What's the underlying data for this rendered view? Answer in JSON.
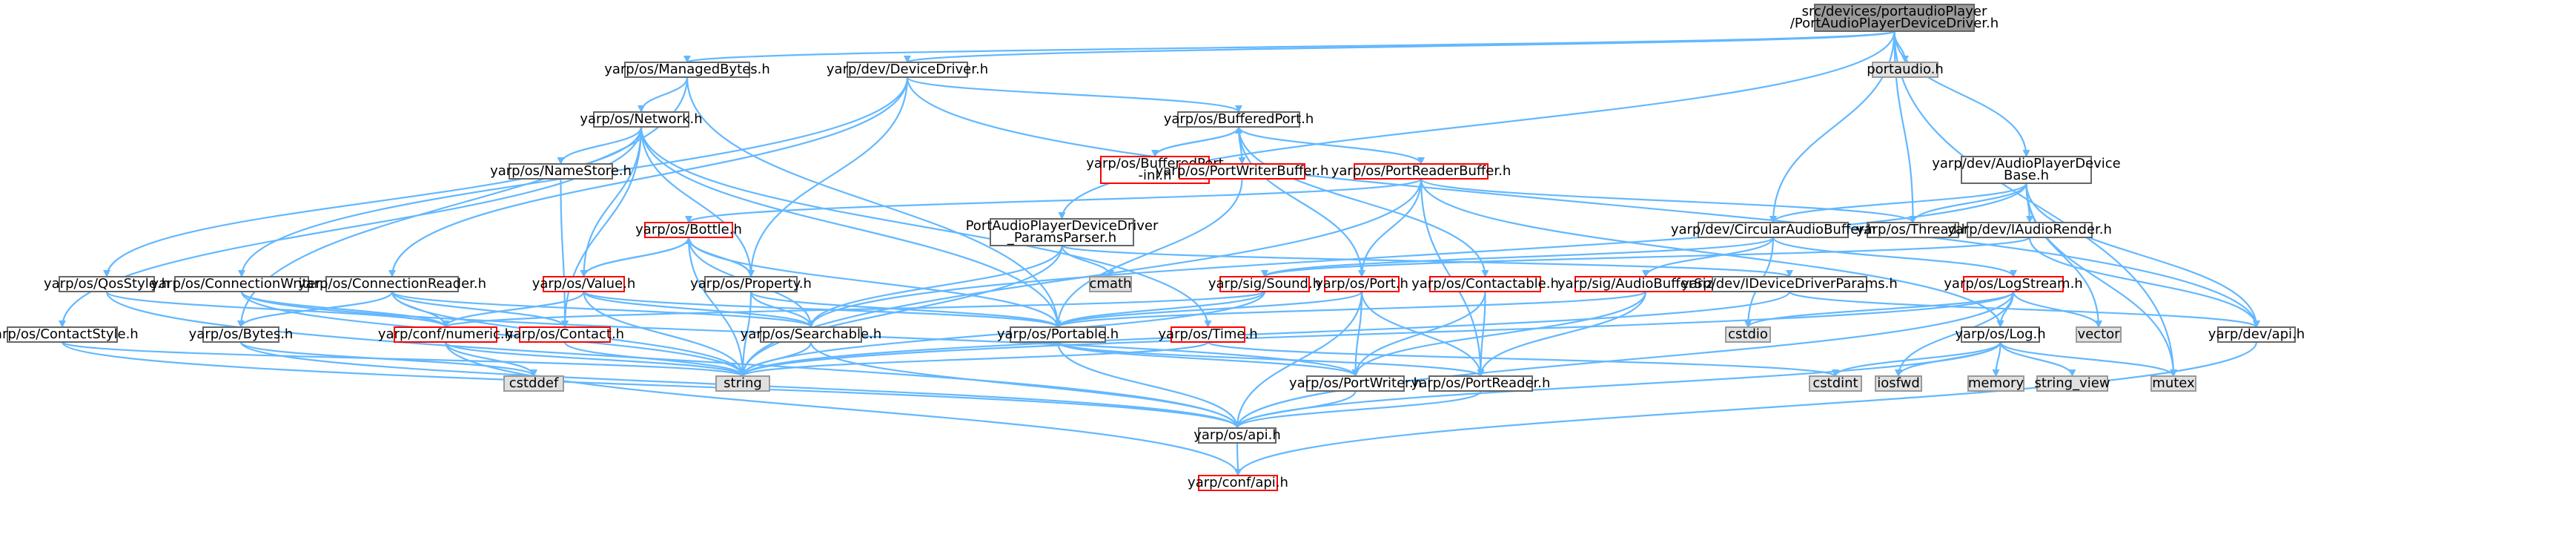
{
  "diagram": {
    "title": "",
    "nodes": [
      {
        "id": "root",
        "lines": [
          "src/devices/portaudioPlayer",
          "/PortAudioPlayerDeviceDriver.h"
        ],
        "style": "root"
      },
      {
        "id": "managedbytes",
        "lines": [
          "yarp/os/ManagedBytes.h"
        ],
        "style": "normal"
      },
      {
        "id": "devicedriver",
        "lines": [
          "yarp/dev/DeviceDriver.h"
        ],
        "style": "normal"
      },
      {
        "id": "portaudioh",
        "lines": [
          "portaudio.h"
        ],
        "style": "gray"
      },
      {
        "id": "network",
        "lines": [
          "yarp/os/Network.h"
        ],
        "style": "normal"
      },
      {
        "id": "bufferedport",
        "lines": [
          "yarp/os/BufferedPort.h"
        ],
        "style": "normal"
      },
      {
        "id": "bufferedportinl",
        "lines": [
          "yarp/os/BufferedPort",
          "-inl.h"
        ],
        "style": "red"
      },
      {
        "id": "portwriterbuffer",
        "lines": [
          "yarp/os/PortWriterBuffer.h"
        ],
        "style": "red"
      },
      {
        "id": "portreaderbuffer",
        "lines": [
          "yarp/os/PortReaderBuffer.h"
        ],
        "style": "red"
      },
      {
        "id": "audioplayerbase",
        "lines": [
          "yarp/dev/AudioPlayerDevice",
          "Base.h"
        ],
        "style": "normal"
      },
      {
        "id": "namestore",
        "lines": [
          "yarp/os/NameStore.h"
        ],
        "style": "normal"
      },
      {
        "id": "bottle",
        "lines": [
          "yarp/os/Bottle.h"
        ],
        "style": "red"
      },
      {
        "id": "paramsparser",
        "lines": [
          "PortAudioPlayerDeviceDriver",
          "_ParamsParser.h"
        ],
        "style": "normal"
      },
      {
        "id": "thread",
        "lines": [
          "yarp/os/Thread.h"
        ],
        "style": "normal"
      },
      {
        "id": "circularaudiobuffer",
        "lines": [
          "yarp/dev/CircularAudioBuffer.h"
        ],
        "style": "normal"
      },
      {
        "id": "iaudiorender",
        "lines": [
          "yarp/dev/IAudioRender.h"
        ],
        "style": "normal"
      },
      {
        "id": "qosstyle",
        "lines": [
          "yarp/os/QosStyle.h"
        ],
        "style": "normal"
      },
      {
        "id": "connectionwriter",
        "lines": [
          "yarp/os/ConnectionWriter.h"
        ],
        "style": "normal"
      },
      {
        "id": "connectionreader",
        "lines": [
          "yarp/os/ConnectionReader.h"
        ],
        "style": "normal"
      },
      {
        "id": "value",
        "lines": [
          "yarp/os/Value.h"
        ],
        "style": "red"
      },
      {
        "id": "property",
        "lines": [
          "yarp/os/Property.h"
        ],
        "style": "normal"
      },
      {
        "id": "cmath",
        "lines": [
          "cmath"
        ],
        "style": "gray"
      },
      {
        "id": "sound",
        "lines": [
          "yarp/sig/Sound.h"
        ],
        "style": "red"
      },
      {
        "id": "port",
        "lines": [
          "yarp/os/Port.h"
        ],
        "style": "red"
      },
      {
        "id": "contactable",
        "lines": [
          "yarp/os/Contactable.h"
        ],
        "style": "red"
      },
      {
        "id": "audiobuffersize",
        "lines": [
          "yarp/sig/AudioBufferSize.h"
        ],
        "style": "red"
      },
      {
        "id": "idevicedriverparams",
        "lines": [
          "yarp/dev/IDeviceDriverParams.h"
        ],
        "style": "normal"
      },
      {
        "id": "logstream",
        "lines": [
          "yarp/os/LogStream.h"
        ],
        "style": "red"
      },
      {
        "id": "contactstyle",
        "lines": [
          "yarp/os/ContactStyle.h"
        ],
        "style": "normal"
      },
      {
        "id": "bytes",
        "lines": [
          "yarp/os/Bytes.h"
        ],
        "style": "normal"
      },
      {
        "id": "confnumeric",
        "lines": [
          "yarp/conf/numeric.h"
        ],
        "style": "red"
      },
      {
        "id": "contact",
        "lines": [
          "yarp/os/Contact.h"
        ],
        "style": "red"
      },
      {
        "id": "searchable",
        "lines": [
          "yarp/os/Searchable.h"
        ],
        "style": "normal"
      },
      {
        "id": "portable",
        "lines": [
          "yarp/os/Portable.h"
        ],
        "style": "normal"
      },
      {
        "id": "time",
        "lines": [
          "yarp/os/Time.h"
        ],
        "style": "red"
      },
      {
        "id": "cstdio",
        "lines": [
          "cstdio"
        ],
        "style": "gray"
      },
      {
        "id": "vector",
        "lines": [
          "vector"
        ],
        "style": "gray"
      },
      {
        "id": "devapi",
        "lines": [
          "yarp/dev/api.h"
        ],
        "style": "normal"
      },
      {
        "id": "log",
        "lines": [
          "yarp/os/Log.h"
        ],
        "style": "normal"
      },
      {
        "id": "cstddef",
        "lines": [
          "cstddef"
        ],
        "style": "gray"
      },
      {
        "id": "string",
        "lines": [
          "string"
        ],
        "style": "gray"
      },
      {
        "id": "portwriter",
        "lines": [
          "yarp/os/PortWriter.h"
        ],
        "style": "normal"
      },
      {
        "id": "portreader",
        "lines": [
          "yarp/os/PortReader.h"
        ],
        "style": "normal"
      },
      {
        "id": "cstdint",
        "lines": [
          "cstdint"
        ],
        "style": "gray"
      },
      {
        "id": "iosfwd",
        "lines": [
          "iosfwd"
        ],
        "style": "gray"
      },
      {
        "id": "memory",
        "lines": [
          "memory"
        ],
        "style": "gray"
      },
      {
        "id": "stringview",
        "lines": [
          "string_view"
        ],
        "style": "gray"
      },
      {
        "id": "mutex",
        "lines": [
          "mutex"
        ],
        "style": "gray"
      },
      {
        "id": "osapi",
        "lines": [
          "yarp/os/api.h"
        ],
        "style": "normal"
      },
      {
        "id": "confapi",
        "lines": [
          "yarp/conf/api.h"
        ],
        "style": "red"
      }
    ],
    "edges": [
      [
        "root",
        "managedbytes"
      ],
      [
        "root",
        "devicedriver"
      ],
      [
        "root",
        "portaudioh"
      ],
      [
        "root",
        "paramsparser"
      ],
      [
        "root",
        "audioplayerbase"
      ],
      [
        "root",
        "circularaudiobuffer"
      ],
      [
        "root",
        "thread"
      ],
      [
        "root",
        "mutex"
      ],
      [
        "managedbytes",
        "network"
      ],
      [
        "managedbytes",
        "portable"
      ],
      [
        "managedbytes",
        "bytes"
      ],
      [
        "devicedriver",
        "bufferedport"
      ],
      [
        "devicedriver",
        "property"
      ],
      [
        "devicedriver",
        "connectionwriter"
      ],
      [
        "devicedriver",
        "connectionreader"
      ],
      [
        "devicedriver",
        "devapi"
      ],
      [
        "network",
        "namestore"
      ],
      [
        "network",
        "value"
      ],
      [
        "network",
        "property"
      ],
      [
        "network",
        "qosstyle"
      ],
      [
        "network",
        "contactstyle"
      ],
      [
        "network",
        "contact"
      ],
      [
        "network",
        "portable"
      ],
      [
        "network",
        "time"
      ],
      [
        "bufferedport",
        "bufferedportinl"
      ],
      [
        "bufferedport",
        "portwriterbuffer"
      ],
      [
        "bufferedport",
        "portreaderbuffer"
      ],
      [
        "bufferedport",
        "port"
      ],
      [
        "bufferedport",
        "contactable"
      ],
      [
        "bufferedportinl",
        "bufferedport"
      ],
      [
        "portwriterbuffer",
        "portable"
      ],
      [
        "portreaderbuffer",
        "port"
      ],
      [
        "portreaderbuffer",
        "thread"
      ],
      [
        "portreaderbuffer",
        "portreader"
      ],
      [
        "portreaderbuffer",
        "string"
      ],
      [
        "portreaderbuffer",
        "bottle"
      ],
      [
        "portreaderbuffer",
        "log"
      ],
      [
        "audioplayerbase",
        "circularaudiobuffer"
      ],
      [
        "audioplayerbase",
        "iaudiorender"
      ],
      [
        "audioplayerbase",
        "thread"
      ],
      [
        "audioplayerbase",
        "devapi"
      ],
      [
        "audioplayerbase",
        "vector"
      ],
      [
        "audioplayerbase",
        "mutex"
      ],
      [
        "audioplayerbase",
        "searchable"
      ],
      [
        "namestore",
        "contact"
      ],
      [
        "bottle",
        "value"
      ],
      [
        "bottle",
        "property"
      ],
      [
        "bottle",
        "searchable"
      ],
      [
        "bottle",
        "portable"
      ],
      [
        "bottle",
        "string"
      ],
      [
        "paramsparser",
        "searchable"
      ],
      [
        "paramsparser",
        "idevicedriverparams"
      ],
      [
        "paramsparser",
        "cmath"
      ],
      [
        "paramsparser",
        "string"
      ],
      [
        "circularaudiobuffer",
        "audiobuffersize"
      ],
      [
        "circularaudiobuffer",
        "logstream"
      ],
      [
        "circularaudiobuffer",
        "cstdio"
      ],
      [
        "circularaudiobuffer",
        "sound"
      ],
      [
        "iaudiorender",
        "sound"
      ],
      [
        "iaudiorender",
        "devapi"
      ],
      [
        "qosstyle",
        "confnumeric"
      ],
      [
        "qosstyle",
        "osapi"
      ],
      [
        "connectionwriter",
        "portwriter"
      ],
      [
        "connectionwriter",
        "confnumeric"
      ],
      [
        "connectionwriter",
        "string"
      ],
      [
        "connectionreader",
        "bytes"
      ],
      [
        "connectionreader",
        "confnumeric"
      ],
      [
        "connectionreader",
        "contact"
      ],
      [
        "connectionreader",
        "searchable"
      ],
      [
        "connectionreader",
        "string"
      ],
      [
        "value",
        "bottle"
      ],
      [
        "value",
        "searchable"
      ],
      [
        "value",
        "confnumeric"
      ],
      [
        "value",
        "string"
      ],
      [
        "value",
        "portable"
      ],
      [
        "property",
        "bottle"
      ],
      [
        "property",
        "searchable"
      ],
      [
        "property",
        "portable"
      ],
      [
        "property",
        "string"
      ],
      [
        "sound",
        "portable"
      ],
      [
        "sound",
        "string"
      ],
      [
        "sound",
        "confnumeric"
      ],
      [
        "port",
        "portable"
      ],
      [
        "port",
        "portwriter"
      ],
      [
        "port",
        "portreader"
      ],
      [
        "port",
        "osapi"
      ],
      [
        "contactable",
        "portwriter"
      ],
      [
        "contactable",
        "portreader"
      ],
      [
        "audiobuffersize",
        "portable"
      ],
      [
        "audiobuffersize",
        "portreader"
      ],
      [
        "audiobuffersize",
        "portwriter"
      ],
      [
        "idevicedriverparams",
        "devapi"
      ],
      [
        "idevicedriverparams",
        "string"
      ],
      [
        "logstream",
        "log"
      ],
      [
        "logstream",
        "cstdio"
      ],
      [
        "logstream",
        "vector"
      ],
      [
        "logstream",
        "string"
      ],
      [
        "logstream",
        "iosfwd"
      ],
      [
        "logstream",
        "osapi"
      ],
      [
        "contactstyle",
        "osapi"
      ],
      [
        "contactstyle",
        "string"
      ],
      [
        "bytes",
        "cstddef"
      ],
      [
        "bytes",
        "osapi"
      ],
      [
        "confnumeric",
        "cstddef"
      ],
      [
        "confnumeric",
        "string"
      ],
      [
        "confnumeric",
        "confapi"
      ],
      [
        "contact",
        "string"
      ],
      [
        "searchable",
        "string"
      ],
      [
        "searchable",
        "osapi"
      ],
      [
        "portable",
        "portwriter"
      ],
      [
        "portable",
        "portreader"
      ],
      [
        "portable",
        "osapi"
      ],
      [
        "time",
        "string"
      ],
      [
        "time",
        "cstdint"
      ],
      [
        "log",
        "cstdint"
      ],
      [
        "log",
        "iosfwd"
      ],
      [
        "log",
        "memory"
      ],
      [
        "log",
        "stringview"
      ],
      [
        "log",
        "mutex"
      ],
      [
        "log",
        "osapi"
      ],
      [
        "devapi",
        "confapi"
      ],
      [
        "portwriter",
        "osapi"
      ],
      [
        "portreader",
        "osapi"
      ],
      [
        "osapi",
        "confapi"
      ]
    ]
  },
  "colors": {
    "edge": "#63b8ff",
    "node_border": "#666666",
    "node_fill": "#ffffff",
    "red_border": "#ff0000",
    "gray_fill": "#e0e0e0",
    "gray_border": "#999999",
    "root_fill": "#999999",
    "root_border": "#666666",
    "text": "#000000"
  }
}
